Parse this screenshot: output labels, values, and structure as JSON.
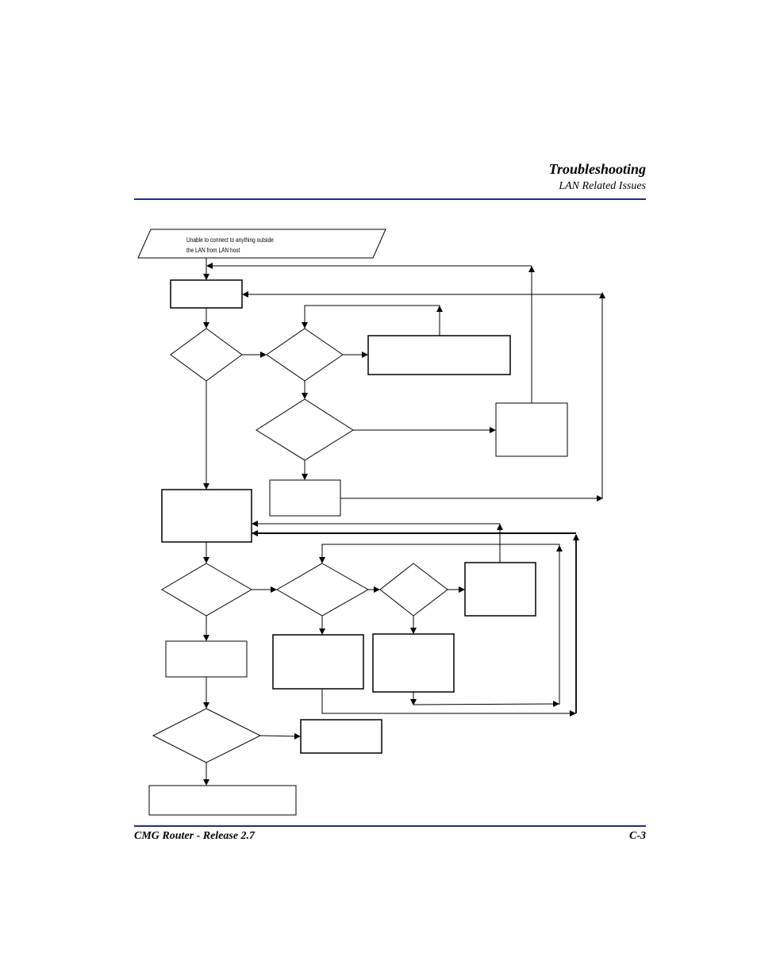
{
  "header": {
    "title": "Troubleshooting",
    "subtitle": "LAN Related Issues"
  },
  "flowchart": {
    "start_line1": "Unable to connect to anything outside",
    "start_line2": "the LAN from LAN host"
  },
  "footer": {
    "left": "CMG Router - Release 2.7",
    "right": "C-3"
  },
  "colors": {
    "rule": "#1f2f86",
    "stroke": "#000000"
  }
}
